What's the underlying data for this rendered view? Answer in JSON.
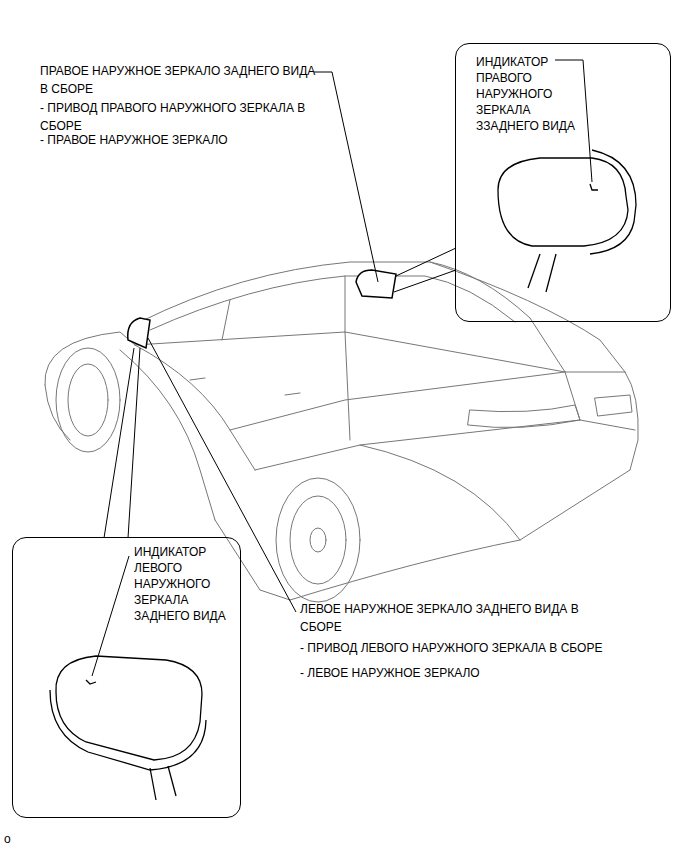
{
  "diagram": {
    "nodes": [
      {
        "text": [
          "ИНДИКАТОР ПРАВОГО НАРУЖНОГО ЗЕРКАЛА ЗЗАДНЕГО ВИДА"
        ]
      },
      {
        "text": [
          "ИНДИКАТОР ЛЕВОГО НАРУЖНОГО ЗЕРКАЛА ЗАДНЕГО ВИДА"
        ]
      }
    ],
    "labels": [
      "ПРАВОЕ НАРУЖНОЕ ЗЕРКАЛО ЗАДНЕГО ВИДА В СБОРЕ",
      "- ПРИВОД ПРАВОГО НАРУЖНОГО ЗЕРКАЛА В СБОРЕ",
      "- ПРАВОЕ НАРУЖНОЕ ЗЕРКАЛО",
      "ЛЕВОЕ НАРУЖНОЕ ЗЕРКАЛО ЗАДНЕГО ВИДА В СБОРЕ",
      "- ПРИВОД ЛЕВОГО НАРУЖНОГО ЗЕРКАЛА В СБОРЕ",
      "- ЛЕВОЕ НАРУЖНОЕ ЗЕРКАЛО",
      "o"
    ]
  }
}
